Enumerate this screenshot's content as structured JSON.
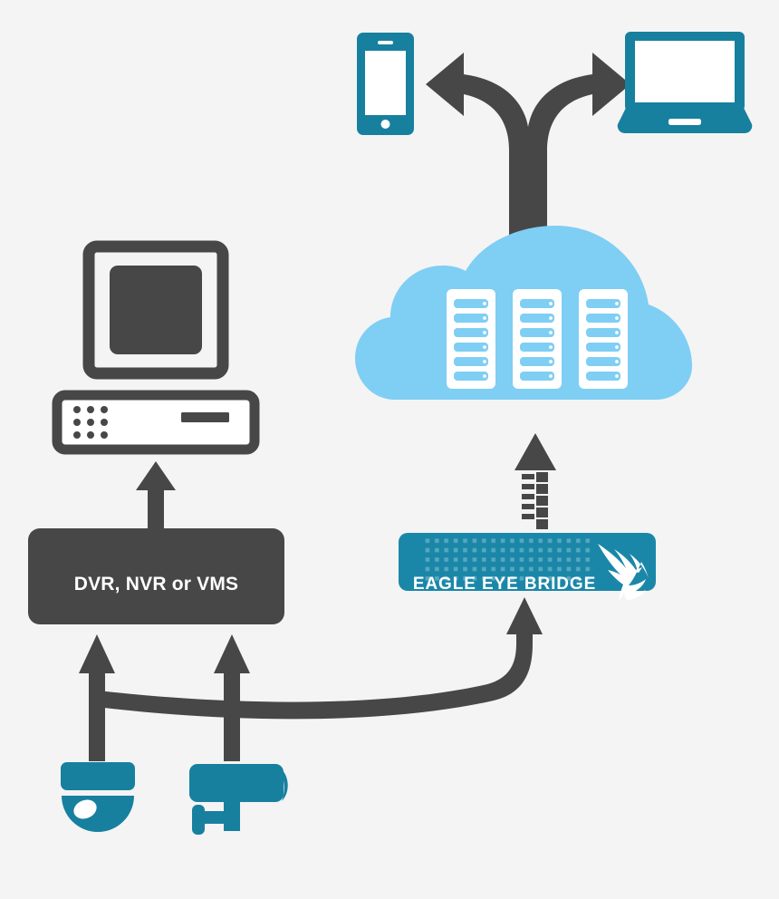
{
  "diagram": {
    "title": "Eagle Eye Bridge cloud video surveillance architecture",
    "background_color": "#f4f4f4"
  },
  "palette": {
    "dark_gray": "#474747",
    "teal": "#17809f",
    "bridge_teal": "#1b87a8",
    "cloud_blue": "#7fcef4",
    "white": "#ffffff",
    "bridge_vent_dot": "#53a4bd"
  },
  "nodes": {
    "dvr_box": {
      "label": "DVR, NVR or VMS",
      "fill": "#474747",
      "text_color": "#ffffff"
    },
    "bridge_box": {
      "label": "EAGLE EYE BRIDGE",
      "fill": "#1b87a8",
      "text_color": "#ffffff",
      "logo_name": "eagle-eye-logo"
    },
    "cloud": {
      "name": "cloud-datacenter",
      "fill": "#7fcef4",
      "server_count": 3,
      "server_slots_per_rack": 6,
      "server_fill": "#ffffff"
    },
    "monitor": {
      "name": "desktop-computer",
      "outline": "#474747",
      "screen_fill": "#474747",
      "base_fill": "#ffffff",
      "keypad_dots": 9
    },
    "phone": {
      "name": "smartphone",
      "fill": "#17809f",
      "screen_fill": "#ffffff"
    },
    "laptop": {
      "name": "laptop",
      "fill": "#17809f",
      "screen_fill": "#ffffff"
    },
    "dome_camera": {
      "name": "dome-security-camera",
      "fill": "#17809f",
      "highlight_fill": "#ffffff"
    },
    "bullet_camera": {
      "name": "bullet-security-camera",
      "fill": "#17809f"
    }
  },
  "connections": [
    {
      "name": "dome-camera-to-dvr",
      "from": "dome_camera",
      "to": "dvr_box",
      "style": "solid-arrow",
      "color": "#474747"
    },
    {
      "name": "bullet-camera-to-dvr",
      "from": "bullet_camera",
      "to": "dvr_box",
      "style": "solid-arrow",
      "color": "#474747"
    },
    {
      "name": "cameras-to-bridge",
      "from": "cameras",
      "to": "bridge_box",
      "style": "curved-arrow",
      "color": "#474747"
    },
    {
      "name": "dvr-to-monitor",
      "from": "dvr_box",
      "to": "monitor",
      "style": "solid-arrow",
      "color": "#474747"
    },
    {
      "name": "bridge-to-cloud",
      "from": "bridge_box",
      "to": "cloud",
      "style": "segmented-data-arrow",
      "color": "#474747",
      "segments": 5
    },
    {
      "name": "cloud-to-clients",
      "from": "cloud",
      "to": "phone-and-laptop",
      "style": "forked-double-arrow",
      "color": "#474747"
    }
  ]
}
